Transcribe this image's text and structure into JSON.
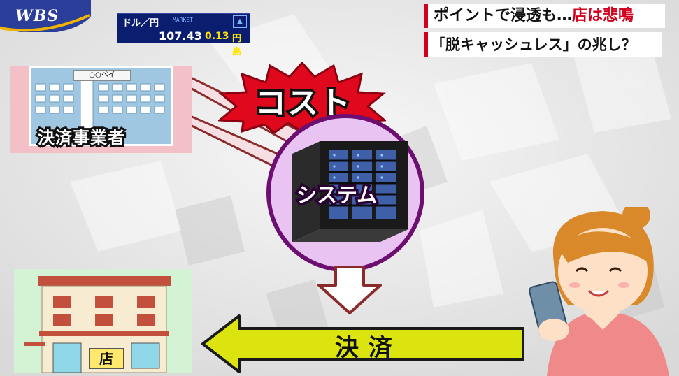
{
  "logo": {
    "text": "WBS"
  },
  "ticker": {
    "label": "ドル／円",
    "market": "MARKET",
    "rate": "107.43",
    "change": "0.13",
    "change_unit": "円高"
  },
  "headline": {
    "line1_prefix": "ポイントで浸透も…",
    "line1_emphasis": "店は悲鳴",
    "line2": "「脱キャッシュレス」の兆し？"
  },
  "diagram": {
    "provider_sign": "○○ペイ",
    "provider_label": "決済事業者",
    "cost_label": "コスト",
    "system_label": "システム",
    "settlement_label": "決済",
    "shop_sign": "店"
  },
  "colors": {
    "accent_red": "#d1001c",
    "ticker_blue": "#0a1d6e",
    "arrow_yellow": "#dbe40f",
    "system_circle": "#e9c4f3",
    "provider_pink": "#f4c0c8",
    "shop_green": "#d4f2d4"
  }
}
